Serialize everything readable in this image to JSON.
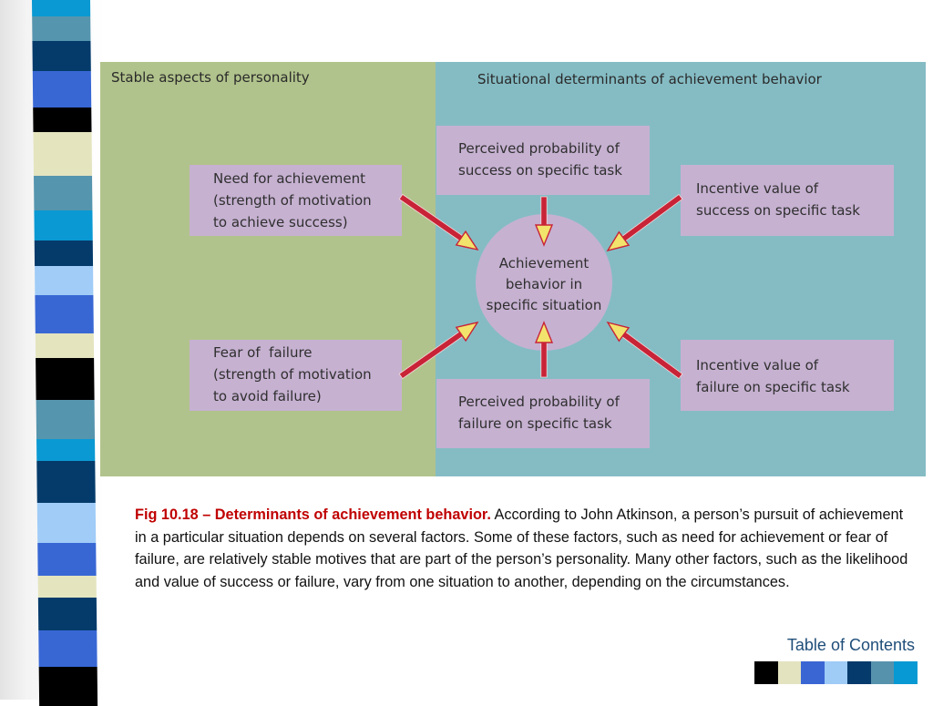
{
  "diagram": {
    "left_heading": "Stable aspects of personality",
    "right_heading": "Situational determinants of achievement behavior",
    "boxes": {
      "need": [
        "Need for achievement",
        "(strength of motivation",
        "to achieve success)"
      ],
      "fear": [
        "Fear of  failure",
        "(strength of motivation",
        "to avoid failure)"
      ],
      "prob_success": [
        "Perceived probability of",
        "success on specific task"
      ],
      "prob_failure": [
        "Perceived probability of",
        "failure on specific task"
      ],
      "inc_success": [
        "Incentive value of",
        "success on specific task"
      ],
      "inc_failure": [
        "Incentive value of",
        "failure on specific task"
      ]
    },
    "center": [
      "Achievement",
      "behavior in",
      "specific situation"
    ],
    "colors": {
      "left_panel": "#b1c38c",
      "right_panel": "#85bcc4",
      "box": "#c6b1d1",
      "arrow": "#c82337",
      "arrow_head": "#f2e36c"
    }
  },
  "caption": {
    "label": "Fig 10.18 – Determinants of achievement behavior.",
    "body": " According to John Atkinson, a person’s pursuit of achievement in a particular situation depends on several factors. Some of these factors, such as need for achievement or fear of failure, are relatively stable motives that are part of the person’s personality. Many other factors, such as the likelihood and value of success or failure, vary from one situation to another, depending on the circumstances."
  },
  "toc": {
    "label": "Table of Contents",
    "swatches": [
      "#000000",
      "#e3e3c0",
      "#3a66d4",
      "#9fcbf7",
      "#043a6c",
      "#5792ad",
      "#0799d3"
    ]
  },
  "stripe_colors": [
    "#0a99d3",
    "#5695ae",
    "#043b6b",
    "#3867d4",
    "#000000",
    "#e4e4bf",
    "#5695ae",
    "#0a99d3",
    "#043b6b",
    "#a0ccf7",
    "#3867d4",
    "#e4e4bf",
    "#000000",
    "#5695ae",
    "#0a99d3",
    "#043b6b",
    "#a0ccf7",
    "#3867d4",
    "#e4e4bf",
    "#043b6b",
    "#3867d4",
    "#000000"
  ]
}
